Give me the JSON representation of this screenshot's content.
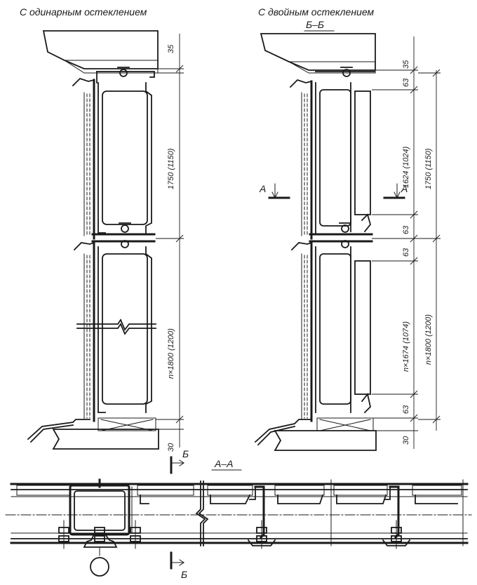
{
  "titles": {
    "left": "С одинарным остеклением",
    "right": "С двойным остеклением"
  },
  "section_labels": {
    "bb": "Б–Б",
    "aa": "А–А",
    "a_left": "А",
    "a_right": "А",
    "b_top": "Б",
    "b_bottom": "Б"
  },
  "dimensions_left": {
    "top_gap": "35",
    "upper_panel": "1750 (1150)",
    "lower_panel": "n×1800 (1200)",
    "bottom_gap": "30"
  },
  "dimensions_right": {
    "top_gap": "35",
    "top_63": "63",
    "upper_inner": "1624 (1024)",
    "upper_panel": "1750 (1150)",
    "mid_63a": "63",
    "mid_63b": "63",
    "lower_inner": "n×1674 (1074)",
    "lower_panel": "n×1800 (1200)",
    "bottom_63": "63",
    "bottom_gap": "30"
  },
  "colors": {
    "ink": "#1a1a1a",
    "concrete": "#6e6e6e",
    "paper": "#ffffff"
  }
}
